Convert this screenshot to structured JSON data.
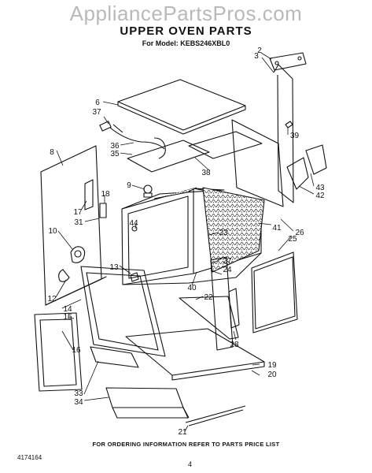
{
  "header": {
    "watermark": "AppliancePartsPros.com",
    "title": "UPPER OVEN PARTS",
    "model": "For Model: KEBS246XBL0"
  },
  "callouts": [
    "2",
    "3",
    "6",
    "37",
    "39",
    "8",
    "36",
    "35",
    "38",
    "9",
    "18",
    "43",
    "42",
    "17",
    "44",
    "31",
    "23",
    "41",
    "26",
    "25",
    "10",
    "27",
    "13",
    "24",
    "12",
    "40",
    "22",
    "14",
    "15",
    "16",
    "28",
    "19",
    "20",
    "33",
    "34",
    "21"
  ],
  "footer": {
    "note": "FOR ORDERING INFORMATION REFER TO PARTS PRICE LIST",
    "code": "4174164",
    "page": "4"
  }
}
